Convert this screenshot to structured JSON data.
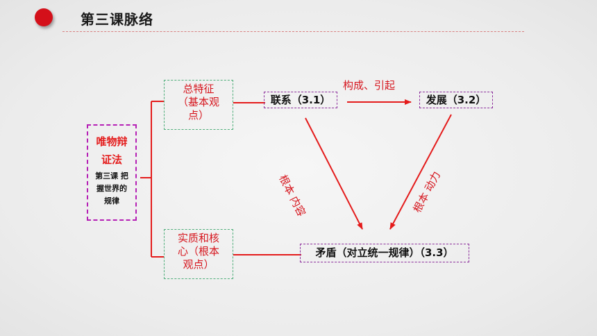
{
  "header": {
    "title": "第三课脉络"
  },
  "root": {
    "title_line1": "唯物辩",
    "title_line2": "证法",
    "sub_line1": "第三课 把",
    "sub_line2": "握世界的",
    "sub_line3": "规律"
  },
  "branches": {
    "top": {
      "line1": "总特征",
      "line2": "（基本观",
      "line3": "点）"
    },
    "bottom": {
      "line1": "实质和核",
      "line2": "心（根本",
      "line3": "观点）"
    }
  },
  "nodes": {
    "lianxi": "联系（3.1）",
    "fazhan": "发展（3.2）",
    "maodun": "矛盾（对立统一规律）（3.3）"
  },
  "edge_labels": {
    "lianxi_to_fazhan": "构成、引起",
    "lianxi_to_maodun": "根本 内容",
    "fazhan_to_maodun": "根本 动力"
  },
  "colors": {
    "accent": "#d6161e",
    "root_border": "#b51fb5",
    "node_border": "#8a2a9a",
    "branch_border": "#4fae7a"
  }
}
